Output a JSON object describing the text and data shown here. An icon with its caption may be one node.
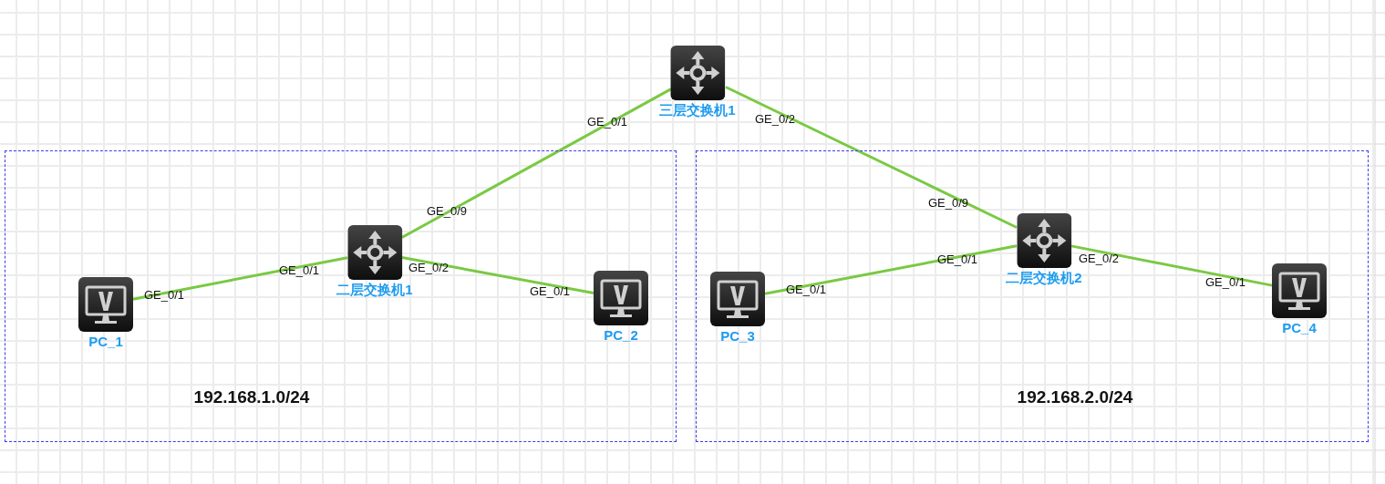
{
  "diagram": {
    "nodes": [
      {
        "text": [
          "192.168.1.0/24"
        ]
      },
      {
        "text": [
          "192.168.2.0/24"
        ]
      },
      {
        "text": [
          "三层交换机1"
        ]
      },
      {
        "text": [
          "二层交换机1"
        ],
        "in": 0
      },
      {
        "text": [
          "PC_1"
        ],
        "in": 0
      },
      {
        "text": [
          "PC_2"
        ],
        "in": 0
      },
      {
        "text": [
          "二层交换机2"
        ],
        "in": 1
      },
      {
        "text": [
          "PC_3"
        ],
        "in": 1
      },
      {
        "text": [
          "PC_4"
        ],
        "in": 1
      }
    ],
    "edges": [
      {
        "from": 2,
        "to": 3,
        "arrow": "none"
      },
      {
        "from": 2,
        "to": 6,
        "arrow": "none"
      },
      {
        "from": 4,
        "to": 3,
        "arrow": "none"
      },
      {
        "from": 3,
        "to": 5,
        "arrow": "none"
      },
      {
        "from": 7,
        "to": 6,
        "arrow": "none"
      },
      {
        "from": 6,
        "to": 8,
        "arrow": "none"
      }
    ],
    "labels": [
      "GE_0/1",
      "GE_0/2",
      "GE_0/9",
      "GE_0/9",
      "GE_0/1",
      "GE_0/2",
      "GE_0/1",
      "GE_0/2",
      "GE_0/1",
      "GE_0/1",
      "GE_0/1",
      "GE_0/1"
    ]
  }
}
